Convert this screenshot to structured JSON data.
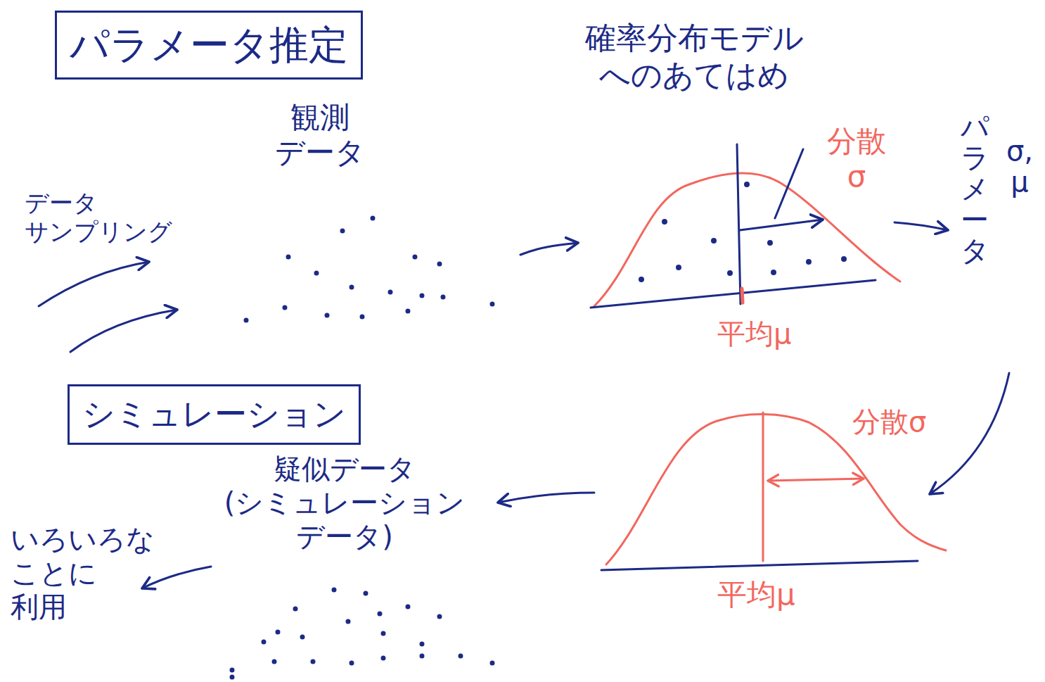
{
  "diagram": {
    "nodes": [
      {
        "text": [
          "パラメータ推定"
        ]
      },
      {
        "text": [
          "シミュレーション"
        ]
      }
    ],
    "labels": [
      "確率分布モデル へのあてはめ",
      "観測 データ",
      "データ サンプリング",
      "分散 σ",
      "平均μ",
      "パラメータ",
      "σ,μ",
      "分散σ",
      "平均μ",
      "疑似データ (シミュレーション データ)",
      "いろいろな ことに 利用"
    ]
  }
}
